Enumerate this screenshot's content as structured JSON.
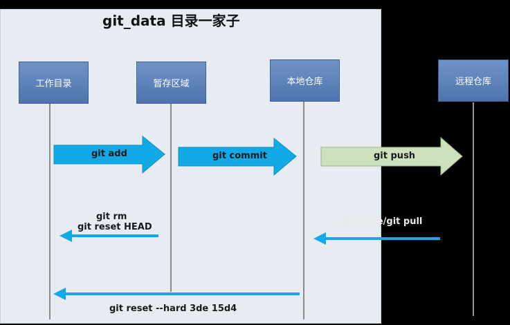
{
  "title": "git_data 目录一家子",
  "nodes": {
    "workspace": "工作目录",
    "staging": "暂存区域",
    "local_repo": "本地仓库",
    "remote_repo": "远程仓库"
  },
  "arrows": {
    "git_add": "git  add",
    "git_commit": "git commit",
    "git_push": "git push",
    "git_rm": "git rm",
    "git_reset_head": "git reset HEAD",
    "git_clone_pull": "git clone/git pull",
    "git_reset_hard": "git reset  --hard 3de 15d4"
  },
  "colors": {
    "panel": "#e7ecf3",
    "node": "#5b80b8",
    "arrow_blue": "#13a8e6",
    "arrow_push": "#cfe0bd",
    "lifeline": "#8a8a8a"
  }
}
